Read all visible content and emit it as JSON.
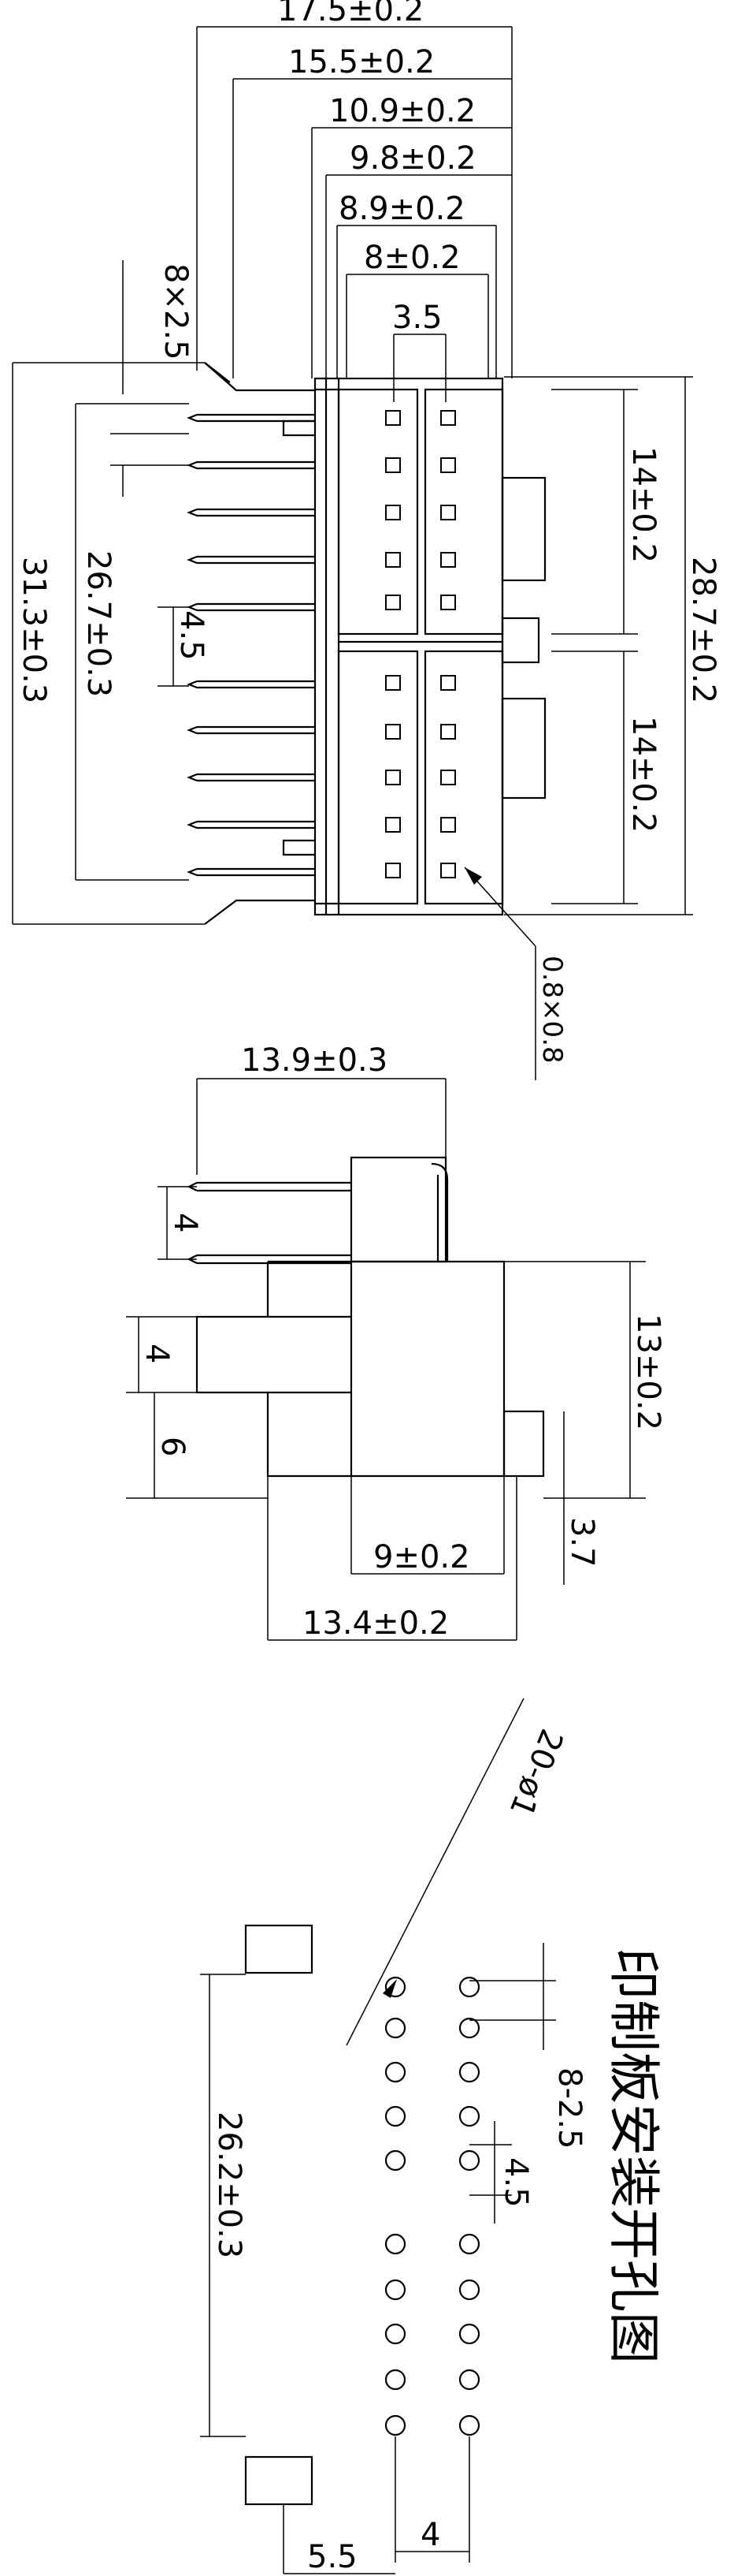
{
  "views": {
    "top": {
      "dims": {
        "d1": "17.5±0.2",
        "d2": "15.5±0.2",
        "d3": "10.9±0.2",
        "d4": "9.8±0.2",
        "d5": "8.9±0.2",
        "d6": "8±0.2",
        "d7": "3.5",
        "left_pitch": "8×2.5",
        "left_total": "31.3±0.3",
        "left_inner": "26.7±0.3",
        "left_small": "4.5",
        "right_upper": "14±0.2",
        "right_lower": "14±0.2",
        "right_total": "28.7±0.2",
        "callout": "0.8×0.8"
      }
    },
    "side": {
      "dims": {
        "top_width": "13.9±0.3",
        "pin_gap": "4",
        "slot": "4",
        "lower": "6",
        "height": "13±0.2",
        "tab": "3.7",
        "inner_width": "9±0.2",
        "base_width": "13.4±0.2"
      }
    },
    "pcb": {
      "hole_callout": "20-ø1",
      "pitch": "8-2.5",
      "gap": "4.5",
      "span": "26.2±0.3",
      "row_gap": "4",
      "offset": "5.5",
      "title": "印制板安装开孔图"
    }
  }
}
